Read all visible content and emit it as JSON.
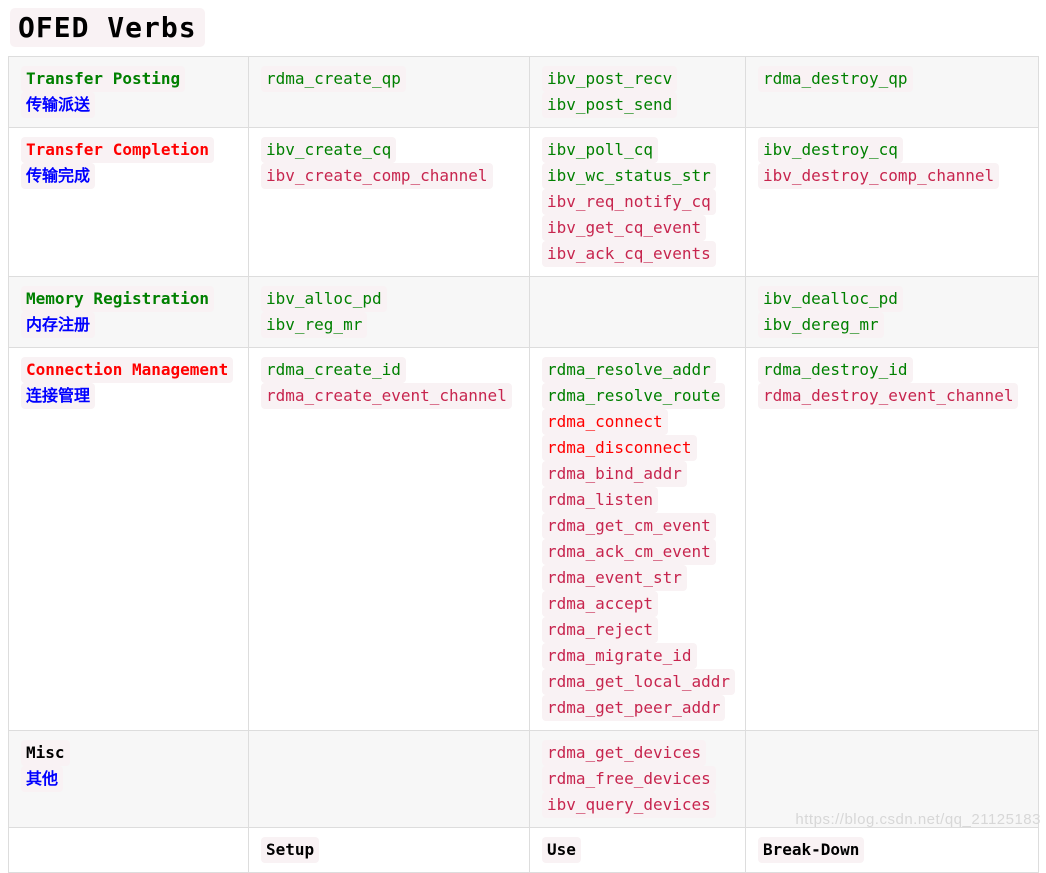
{
  "page": {
    "title": "OFED Verbs",
    "watermark": "https://blog.csdn.net/qq_21125183"
  },
  "colors": {
    "green": "#008000",
    "red": "#ff0000",
    "crimson": "#c7254e",
    "blue": "#0000ff",
    "black": "#000000",
    "code_bg": "#f9f2f4",
    "row_alt_bg": "#f7f7f7",
    "border": "#dddddd"
  },
  "table": {
    "rows": [
      {
        "category": {
          "en": "Transfer Posting",
          "zh": "传输派送",
          "color": "green"
        },
        "setup": [
          {
            "t": "rdma_create_qp",
            "c": "green"
          }
        ],
        "use": [
          {
            "t": "ibv_post_recv",
            "c": "green"
          },
          {
            "t": "ibv_post_send",
            "c": "green"
          }
        ],
        "breakdown": [
          {
            "t": "rdma_destroy_qp",
            "c": "green"
          }
        ]
      },
      {
        "category": {
          "en": "Transfer Completion",
          "zh": "传输完成",
          "color": "red"
        },
        "setup": [
          {
            "t": "ibv_create_cq",
            "c": "green"
          },
          {
            "t": "ibv_create_comp_channel",
            "c": "crimson"
          }
        ],
        "use": [
          {
            "t": "ibv_poll_cq",
            "c": "green"
          },
          {
            "t": "ibv_wc_status_str",
            "c": "green"
          },
          {
            "t": "ibv_req_notify_cq",
            "c": "crimson"
          },
          {
            "t": "ibv_get_cq_event",
            "c": "crimson"
          },
          {
            "t": "ibv_ack_cq_events",
            "c": "crimson"
          }
        ],
        "breakdown": [
          {
            "t": "ibv_destroy_cq",
            "c": "green"
          },
          {
            "t": "ibv_destroy_comp_channel",
            "c": "crimson"
          }
        ]
      },
      {
        "category": {
          "en": "Memory Registration",
          "zh": "内存注册",
          "color": "green"
        },
        "setup": [
          {
            "t": "ibv_alloc_pd",
            "c": "green"
          },
          {
            "t": "ibv_reg_mr",
            "c": "green"
          }
        ],
        "use": [],
        "breakdown": [
          {
            "t": "ibv_dealloc_pd",
            "c": "green"
          },
          {
            "t": "ibv_dereg_mr",
            "c": "green"
          }
        ]
      },
      {
        "category": {
          "en": "Connection Management",
          "zh": "连接管理",
          "color": "red"
        },
        "setup": [
          {
            "t": "rdma_create_id",
            "c": "green"
          },
          {
            "t": "rdma_create_event_channel",
            "c": "crimson"
          }
        ],
        "use": [
          {
            "t": "rdma_resolve_addr",
            "c": "green"
          },
          {
            "t": "rdma_resolve_route",
            "c": "green"
          },
          {
            "t": "rdma_connect",
            "c": "red"
          },
          {
            "t": "rdma_disconnect",
            "c": "red"
          },
          {
            "t": "rdma_bind_addr",
            "c": "crimson"
          },
          {
            "t": "rdma_listen",
            "c": "crimson"
          },
          {
            "t": "rdma_get_cm_event",
            "c": "crimson"
          },
          {
            "t": "rdma_ack_cm_event",
            "c": "crimson"
          },
          {
            "t": "rdma_event_str",
            "c": "crimson"
          },
          {
            "t": "rdma_accept",
            "c": "crimson"
          },
          {
            "t": "rdma_reject",
            "c": "crimson"
          },
          {
            "t": "rdma_migrate_id",
            "c": "crimson"
          },
          {
            "t": "rdma_get_local_addr",
            "c": "crimson"
          },
          {
            "t": "rdma_get_peer_addr",
            "c": "crimson"
          }
        ],
        "breakdown": [
          {
            "t": "rdma_destroy_id",
            "c": "green"
          },
          {
            "t": "rdma_destroy_event_channel",
            "c": "crimson"
          }
        ]
      },
      {
        "category": {
          "en": "Misc",
          "zh": "其他",
          "color": "black"
        },
        "setup": [],
        "use": [
          {
            "t": "rdma_get_devices",
            "c": "crimson"
          },
          {
            "t": "rdma_free_devices",
            "c": "crimson"
          },
          {
            "t": "ibv_query_devices",
            "c": "crimson"
          }
        ],
        "breakdown": []
      }
    ],
    "footer": {
      "setup": "Setup",
      "use": "Use",
      "breakdown": "Break-Down"
    }
  }
}
